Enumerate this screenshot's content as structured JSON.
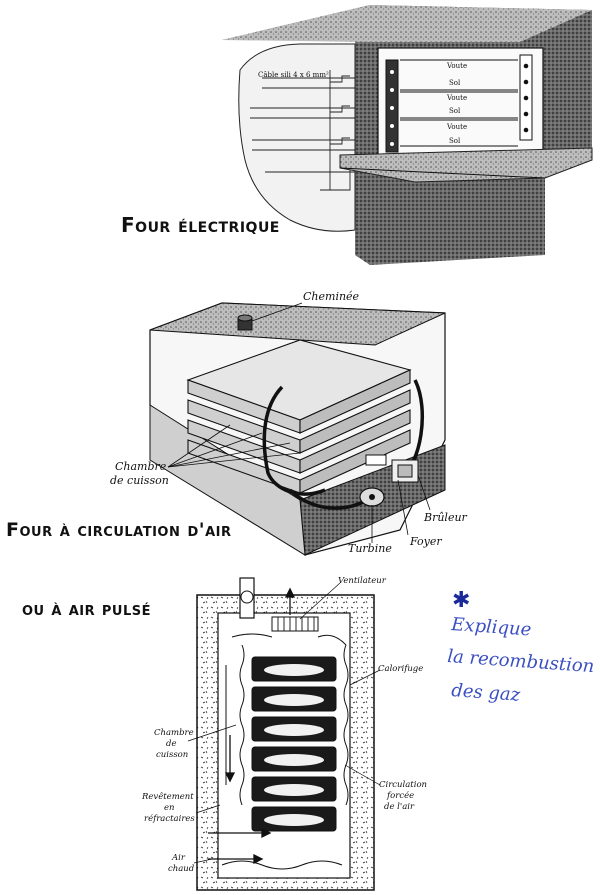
{
  "electric_oven": {
    "title": "Four électrique",
    "cable_label": "Câble sili 4 x 6 mm²",
    "layers": [
      {
        "top": "Voute",
        "bottom": "Sol"
      },
      {
        "top": "Voute",
        "bottom": "Sol"
      },
      {
        "top": "Voute",
        "bottom": "Sol"
      }
    ]
  },
  "air_circulation_oven": {
    "title": "Four à circulation d'air",
    "labels": {
      "chimney": "Cheminée",
      "cooking_chamber_line1": "Chambre",
      "cooking_chamber_line2": "de cuisson",
      "burner": "Brûleur",
      "firebox": "Foyer",
      "turbine": "Turbine"
    }
  },
  "forced_air_oven": {
    "title": "ou à air pulsé",
    "labels": {
      "fan": "Ventilateur",
      "insulation": "Calorifuge",
      "cooking_chamber_line1": "Chambre",
      "cooking_chamber_line2": "de",
      "cooking_chamber_line3": "cuisson",
      "forced_circulation_line1": "Circulation",
      "forced_circulation_line2": "forcée",
      "forced_circulation_line3": "de l'air",
      "refractory_line1": "Revêtement",
      "refractory_line2": "en",
      "refractory_line3": "réfractaires",
      "hot_air_line1": "Air",
      "hot_air_line2": "chaud"
    }
  },
  "handwritten_note": {
    "mark": "✱",
    "line1": "Explique",
    "line2": "la recombustion",
    "line3": "des gaz"
  },
  "colors": {
    "ink": "#111111",
    "note_ink": "#3a4fc2"
  }
}
